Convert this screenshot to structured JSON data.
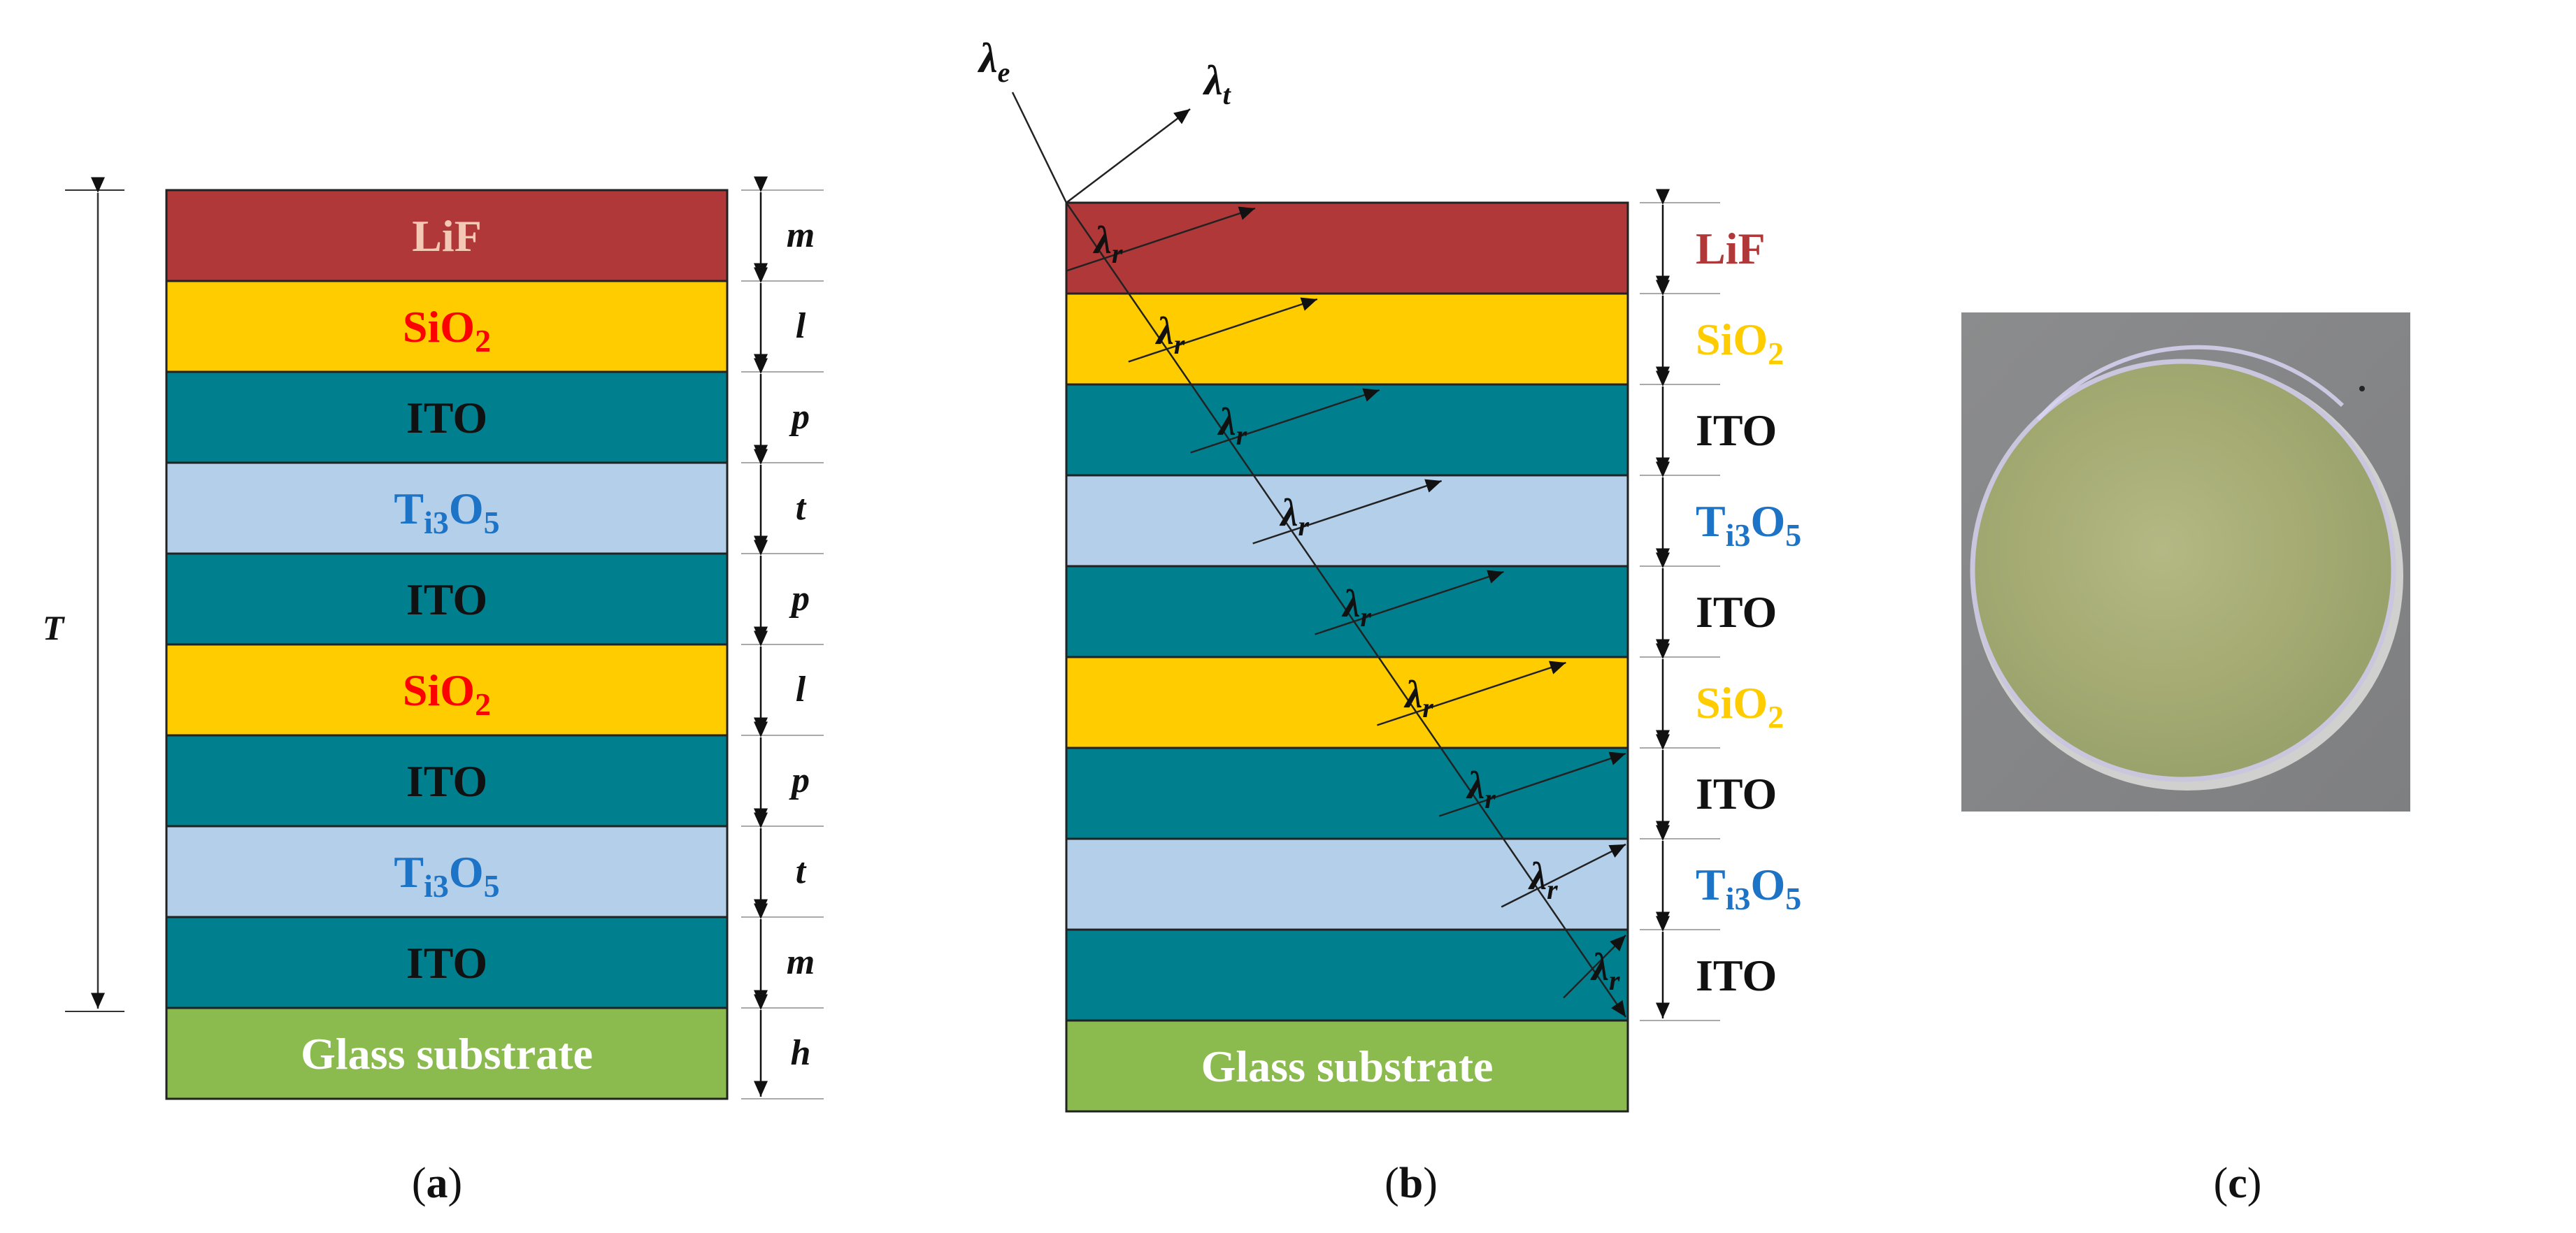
{
  "panel_a": {
    "caption": "(a)",
    "caption_letter": "a",
    "total_label": "T",
    "layers": [
      {
        "text": "LiF",
        "fill": "#b03838",
        "text_color": "#f3c9b6",
        "thickness_label": "m"
      },
      {
        "text": "SiO",
        "sub": "2",
        "fill": "#ffcc00",
        "text_color": "#ff0000",
        "thickness_label": "l"
      },
      {
        "text": "ITO",
        "fill": "#00808f",
        "text_color": "#111111",
        "thickness_label": "p"
      },
      {
        "text": "T",
        "sub": "i3",
        "text2": "O",
        "sub2": "5",
        "fill": "#b4cfe9",
        "text_color": "#1d74c6",
        "thickness_label": "t"
      },
      {
        "text": "ITO",
        "fill": "#00808f",
        "text_color": "#111111",
        "thickness_label": "p"
      },
      {
        "text": "SiO",
        "sub": "2",
        "fill": "#ffcc00",
        "text_color": "#ff0000",
        "thickness_label": "l"
      },
      {
        "text": "ITO",
        "fill": "#00808f",
        "text_color": "#111111",
        "thickness_label": "p"
      },
      {
        "text": "T",
        "sub": "i3",
        "text2": "O",
        "sub2": "5",
        "fill": "#b4cfe9",
        "text_color": "#1d74c6",
        "thickness_label": "t"
      },
      {
        "text": "ITO",
        "fill": "#00808f",
        "text_color": "#111111",
        "thickness_label": "m"
      },
      {
        "text": "Glass substrate",
        "fill": "#8bba4f",
        "text_color": "#ffffff",
        "thickness_label": "h"
      }
    ]
  },
  "panel_b": {
    "caption": "(b)",
    "caption_letter": "b",
    "incident_label": "λ",
    "incident_sub": "e",
    "transmitted_label": "λ",
    "transmitted_sub": "t",
    "ray_label": "λ",
    "ray_sub": "r",
    "layers": [
      {
        "fill": "#b03838",
        "side_label": "LiF",
        "side_color": "#b03838"
      },
      {
        "fill": "#ffcc00",
        "side_label": "SiO",
        "side_sub": "2",
        "side_color": "#ffcc00"
      },
      {
        "fill": "#00808f",
        "side_label": "ITO",
        "side_color": "#111111"
      },
      {
        "fill": "#b4cfe9",
        "side_label": "T",
        "side_sub": "i3",
        "side_label2": "O",
        "side_sub2": "5",
        "side_color": "#1d74c6"
      },
      {
        "fill": "#00808f",
        "side_label": "ITO",
        "side_color": "#111111"
      },
      {
        "fill": "#ffcc00",
        "side_label": "SiO",
        "side_sub": "2",
        "side_color": "#ffcc00"
      },
      {
        "fill": "#00808f",
        "side_label": "ITO",
        "side_color": "#111111"
      },
      {
        "fill": "#b4cfe9",
        "side_label": "T",
        "side_sub": "i3",
        "side_label2": "O",
        "side_sub2": "5",
        "side_color": "#1d74c6"
      },
      {
        "fill": "#00808f",
        "side_label": "ITO",
        "side_color": "#111111"
      },
      {
        "fill": "#8bba4f",
        "text": "Glass substrate",
        "text_color": "#ffffff"
      }
    ]
  },
  "panel_c": {
    "caption": "(c)",
    "caption_letter": "c",
    "photo_background": "#858687",
    "disc_color": "#aab07a"
  }
}
